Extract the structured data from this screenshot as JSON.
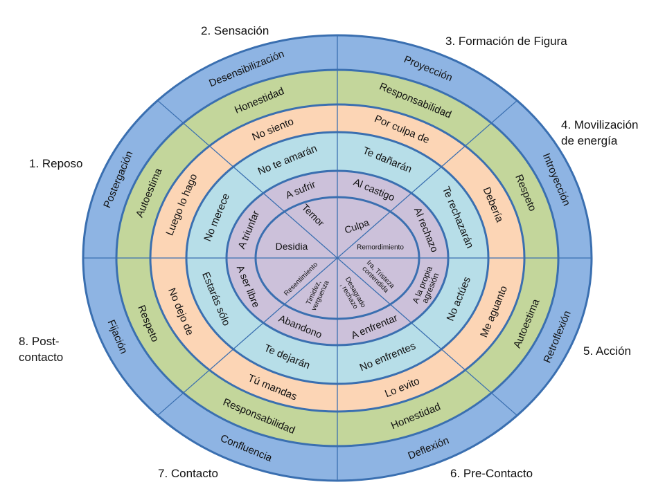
{
  "stages": [
    {
      "label": "1. Reposo"
    },
    {
      "label": "2. Sensación"
    },
    {
      "label": "3. Formación de Figura"
    },
    {
      "label": "4. Movilización\nde energía"
    },
    {
      "label": "5. Acción"
    },
    {
      "label": "6. Pre-Contacto"
    },
    {
      "label": "7. Contacto"
    },
    {
      "label": "8. Post-\ncontacto"
    }
  ],
  "colors": {
    "ring_blue": "#8eb4e3",
    "ring_green": "#c3d69b",
    "ring_peach": "#fcd5b5",
    "ring_cyan": "#b7dee8",
    "ring_purple": "#ccc1da",
    "stroke": "#3a6fb0"
  },
  "rings": {
    "resistances": [
      "Desensibilización",
      "Proyección",
      "Introyección",
      "Retroflexión",
      "Deflexión",
      "Confluencia",
      "Fijación",
      "Postergación"
    ],
    "values": [
      "Honestidad",
      "Responsabilidad",
      "Respeto",
      "Autoestima",
      "Honestidad",
      "Responsabilidad",
      "Respeto",
      "Autoestima"
    ],
    "phrases": [
      "No siento",
      "Por culpa de",
      "Debería",
      "Me aguanto",
      "Lo evito",
      "Tú mandas",
      "No dejo de",
      "Luego lo hago"
    ],
    "threats": [
      "No te amarán",
      "Te dañarán",
      "Te rechazarán",
      "No actúes",
      "No enfrentes",
      "Te dejarán",
      "Estarás sólo",
      "No merece"
    ],
    "fears": [
      "A sufrir",
      "Al castigo",
      "Al rechazo",
      "A la propia\nagresión",
      "A enfrentar",
      "Abandono",
      "A ser libre",
      "A triunfar"
    ],
    "core": [
      "Temor",
      "Culpa",
      "Remordimiento",
      "Ira, Tristeza\ncontendida",
      "Desagrado\n, rechazo",
      "Timidez,\nverguenza",
      "Resentimiento",
      "Desidia"
    ]
  }
}
